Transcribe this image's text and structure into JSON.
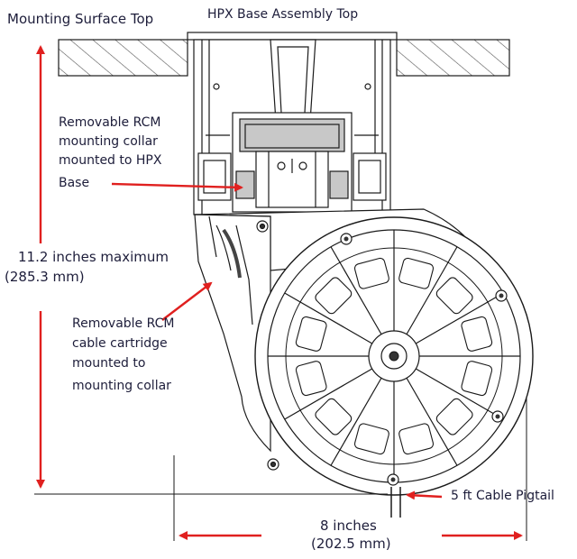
{
  "diagram": {
    "labels": {
      "mounting_surface_top": "Mounting Surface Top",
      "hpx_base_assembly_top": "HPX Base Assembly Top",
      "collar": [
        "Removable RCM",
        "mounting collar",
        "mounted to HPX",
        "Base"
      ],
      "height_line1": "11.2 inches maximum",
      "height_line2": "(285.3 mm)",
      "cartridge": [
        "Removable RCM",
        "cable cartridge",
        "mounted to",
        "mounting collar"
      ],
      "pigtail": "5 ft Cable Pigtail",
      "width_line1": "8 inches",
      "width_line2": "(202.5 mm)"
    },
    "colors": {
      "arrow": "#e0201f",
      "line": "#1a1a1a",
      "text": "#1d1d3a",
      "hatch": "#555555",
      "fill": "#ffffff",
      "collar_grey": "#c8c8c8"
    }
  }
}
